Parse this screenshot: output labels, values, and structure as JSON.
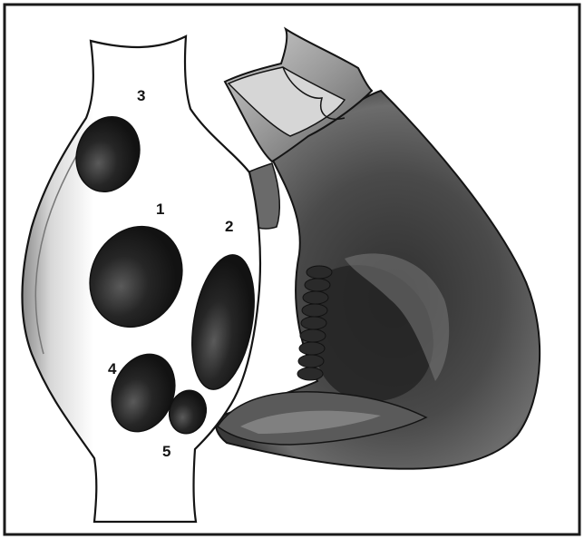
{
  "figure": {
    "labels": {
      "hole_1": "1",
      "hole_2": "2",
      "hole_3": "3",
      "hole_4": "4",
      "hole_5": "5"
    }
  },
  "colors": {
    "frame": "#1a1a1a",
    "ink": "#141414",
    "vessel_fill": "#ffffff",
    "dark_tissue": "#3a3a3a",
    "mid_tissue": "#6e6e6e",
    "light_tissue": "#b4b4b4",
    "hole_fill": "#1c1c1c"
  }
}
